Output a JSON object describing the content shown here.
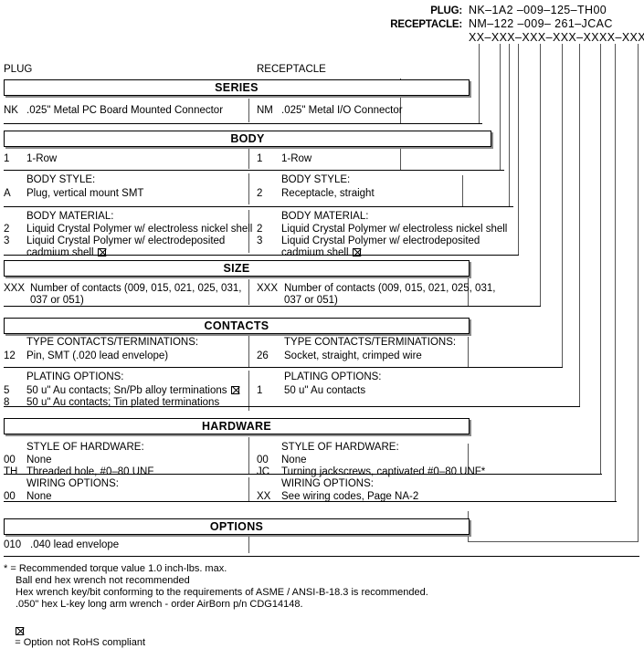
{
  "header": {
    "plug_label": "PLUG:",
    "plug_value": "NK–1A2 –009–125–TH00",
    "receptacle_label": "RECEPTACLE:",
    "receptacle_value": "NM–122 –009– 261–JCAC",
    "mask": "XX–XXX–XXX–XXX–XXXX–XXX"
  },
  "columns": {
    "left": "PLUG",
    "right": "RECEPTACLE"
  },
  "sections": {
    "series": "SERIES",
    "body": "BODY",
    "size": "SIZE",
    "contacts": "CONTACTS",
    "hardware": "HARDWARE",
    "options": "OPTIONS"
  },
  "series": {
    "left": {
      "code": "NK",
      "text": ".025\" Metal PC Board Mounted Connector"
    },
    "right": {
      "code": "NM",
      "text": ".025\" Metal I/O Connector"
    }
  },
  "row_body": {
    "left": {
      "code": "1",
      "text": "1-Row"
    },
    "right": {
      "code": "1",
      "text": "1-Row"
    }
  },
  "body_style": {
    "title_left": "BODY STYLE:",
    "title_right": "BODY STYLE:",
    "left": {
      "code": "A",
      "text": "Plug, vertical mount SMT"
    },
    "right": {
      "code": "2",
      "text": "Receptacle, straight"
    }
  },
  "body_material": {
    "title_left": "BODY MATERIAL:",
    "title_right": "BODY MATERIAL:",
    "left": [
      {
        "code": "2",
        "text": "Liquid Crystal Polymer w/ electroless nickel shell",
        "rohs": false
      },
      {
        "code": "3",
        "text": "Liquid Crystal Polymer w/ electrodeposited",
        "text2": "cadmium shell",
        "rohs": true
      }
    ],
    "right": [
      {
        "code": "2",
        "text": "Liquid Crystal Polymer w/ electroless nickel shell",
        "rohs": false
      },
      {
        "code": "3",
        "text": "Liquid Crystal Polymer w/ electrodeposited",
        "text2": "cadmium shell",
        "rohs": true
      }
    ]
  },
  "size": {
    "left": {
      "code": "XXX",
      "text": "Number of contacts (009, 015, 021, 025, 031,",
      "text2": "037 or 051)"
    },
    "right": {
      "code": "XXX",
      "text": "Number of contacts (009, 015, 021, 025, 031,",
      "text2": "037 or 051)"
    }
  },
  "contact_type": {
    "title_left": "TYPE CONTACTS/TERMINATIONS:",
    "title_right": "TYPE CONTACTS/TERMINATIONS:",
    "left": {
      "code": "12",
      "text": "Pin, SMT (.020 lead envelope)"
    },
    "right": {
      "code": "26",
      "text": "Socket, straight, crimped wire"
    }
  },
  "plating": {
    "title_left": "PLATING OPTIONS:",
    "title_right": "PLATING OPTIONS:",
    "left": [
      {
        "code": "5",
        "text": "50 u\" Au contacts; Sn/Pb alloy terminations",
        "rohs": true
      },
      {
        "code": "8",
        "text": "50 u\" Au contacts; Tin plated terminations",
        "rohs": false
      }
    ],
    "right": [
      {
        "code": "1",
        "text": "50 u\" Au contacts",
        "rohs": false
      }
    ]
  },
  "hardware_style": {
    "title_left": "STYLE OF HARDWARE:",
    "title_right": "STYLE OF HARDWARE:",
    "left": [
      {
        "code": "00",
        "text": "None"
      },
      {
        "code": "TH",
        "text": "Threaded hole, #0–80 UNF"
      }
    ],
    "right": [
      {
        "code": "00",
        "text": "None"
      },
      {
        "code": "JC",
        "text": "Turning jackscrews, captivated #0–80 UNF*"
      }
    ]
  },
  "wiring": {
    "title_left": "WIRING OPTIONS:",
    "title_right": "WIRING OPTIONS:",
    "left": {
      "code": "00",
      "text": "None"
    },
    "right": {
      "code": "XX",
      "text": "See wiring codes, Page NA-2"
    }
  },
  "options": {
    "left": {
      "code": "010",
      "text": ".040 lead envelope"
    }
  },
  "footnotes": {
    "line1": "* = Recommended torque value 1.0 inch-lbs. max.",
    "line2": "Ball end hex wrench not recommended",
    "line3": "Hex wrench key/bit conforming to the requirements of ASME / ANSI-B-18.3 is recommended.",
    "line4": ".050\" hex L-key long arm wrench - order AirBorn p/n CDG14148.",
    "rohs_note": "= Option not RoHS compliant"
  }
}
